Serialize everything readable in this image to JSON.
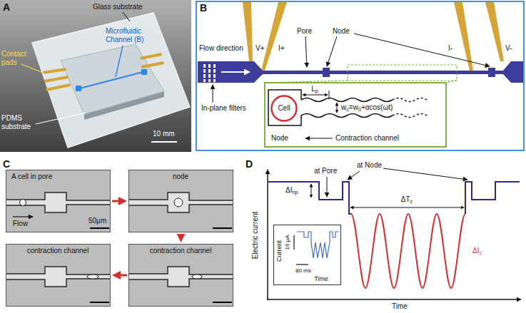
{
  "diagram": {
    "nodes": [
      {
        "text": [
          "B",
          "Flow direction",
          "V+",
          "I+",
          "Pore",
          "Node",
          "I-",
          "V-",
          "In-plane filters"
        ]
      },
      {
        "text": [
          "Lp",
          "wc=w0+αcos(ωt)",
          "Node",
          "Contraction channel"
        ],
        "in": 0
      },
      {
        "text": [
          "Cell"
        ],
        "in": 1
      },
      {
        "text": [
          "A cell in pore",
          "Flow",
          "50μm"
        ]
      },
      {
        "text": [
          "node"
        ]
      },
      {
        "text": [
          "contraction channel"
        ]
      },
      {
        "text": [
          "contraction channel"
        ]
      },
      {
        "text": [
          "Current",
          "16 μA",
          "80 ms",
          "Time"
        ]
      }
    ],
    "edges": [
      {
        "from": 3,
        "to": 4,
        "arrow": "to"
      },
      {
        "from": 4,
        "to": 6,
        "arrow": "to"
      },
      {
        "from": 6,
        "to": 5,
        "arrow": "to"
      }
    ],
    "labels": [
      "A",
      "Glass substrate",
      "Contact pads",
      "Microfluidic Channel (B)",
      "PDMS substrate",
      "10 mm",
      "C",
      "D",
      "Electric current",
      "at Pore",
      "at Node",
      "ΔInp",
      "ΔTc",
      "ΔIc",
      "Time"
    ]
  }
}
